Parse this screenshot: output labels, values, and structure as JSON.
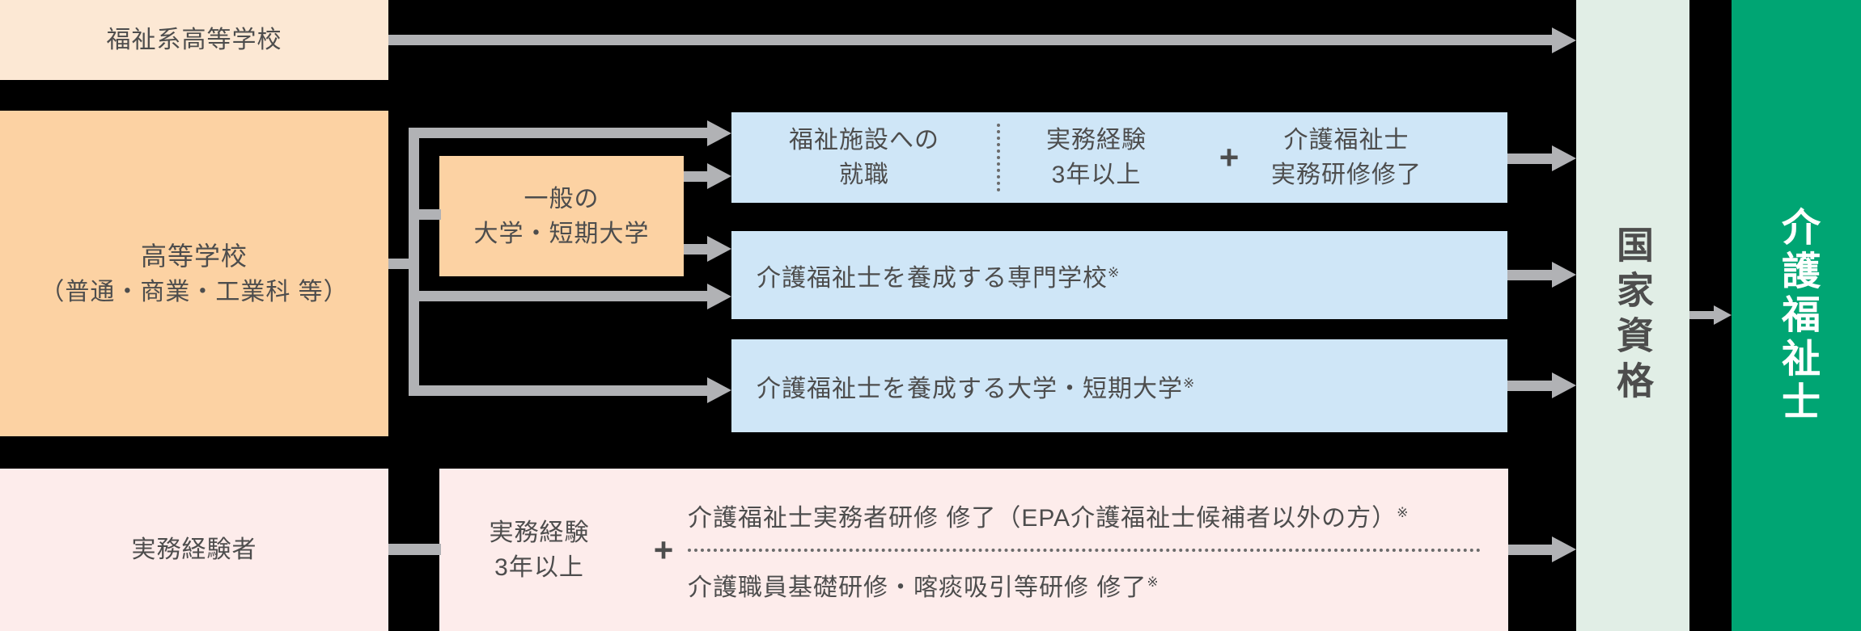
{
  "palette": {
    "background": "#000000",
    "cream_box": "#fce8d4",
    "orange_box": "#fcd2a3",
    "pink_box": "#fdeceb",
    "blue_box": "#cfe6f7",
    "exam_bar": "#e1eee6",
    "result_bar": "#00a573",
    "arrow": "#b1b2b5",
    "text": "#4d4d4d"
  },
  "sources": {
    "welfare_high_school": "福祉系高等学校",
    "high_school_line1": "高等学校",
    "high_school_line2": "（普通・商業・工業科 等）",
    "experienced_worker": "実務経験者"
  },
  "middle": {
    "general_university_line1": "一般の",
    "general_university_line2": "大学・短期大学"
  },
  "route_employment": {
    "employment_line1": "福祉施設への",
    "employment_line2": "就職",
    "experience_line1": "実務経験",
    "experience_line2": "3年以上",
    "plus": "+",
    "training_line1": "介護福祉士",
    "training_line2": "実務研修修了"
  },
  "route_vocational": {
    "label": "介護福祉士を養成する専門学校",
    "note_mark": "※"
  },
  "route_university": {
    "label": "介護福祉士を養成する大学・短期大学",
    "note_mark": "※"
  },
  "route_experience": {
    "experience_line1": "実務経験",
    "experience_line2": "3年以上",
    "plus": "+",
    "option1": "介護福祉士実務者研修 修了（EPA介護福祉士候補者以外の方）",
    "option1_note": "※",
    "option2": "介護職員基礎研修・喀痰吸引等研修 修了",
    "option2_note": "※"
  },
  "result": {
    "national_qualification": "国家資格",
    "certified_care_worker": "介護福祉士"
  }
}
